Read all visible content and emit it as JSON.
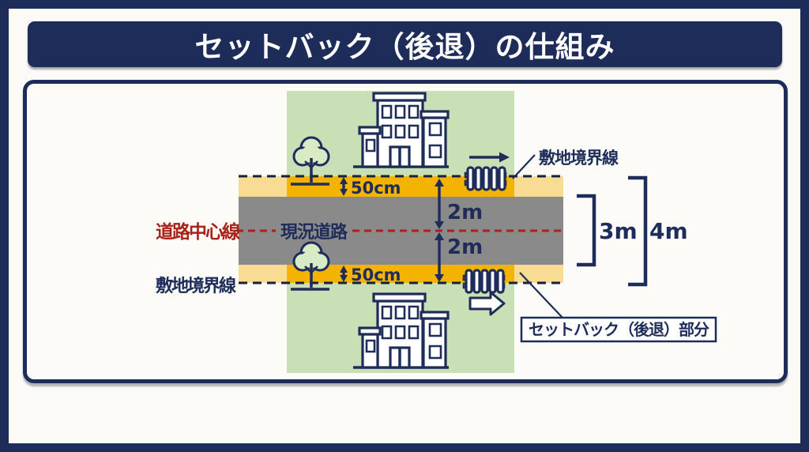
{
  "title": "セットバック（後退）の仕組み",
  "diagram": {
    "labels": {
      "road_center_line": "道路中心線",
      "current_road": "現況道路",
      "site_boundary_left": "敷地境界線",
      "site_boundary_right": "敷地境界線",
      "setback_area": "セットバック（後退）部分"
    },
    "dimensions": {
      "setback_top": "50cm",
      "setback_bottom": "50cm",
      "half_required_top": "2m",
      "half_required_bottom": "2m",
      "current_road_width": "3m",
      "required_road_width": "4m"
    },
    "colors": {
      "navy": "#1E2C5A",
      "red_center_line": "#A8231A",
      "site_green": "#C9E0B6",
      "setback_yellow": "#F5B301",
      "setback_yellow_pale": "#F8DC94",
      "road_gray": "#8A8A8A",
      "background": "#FBFAF6"
    }
  }
}
